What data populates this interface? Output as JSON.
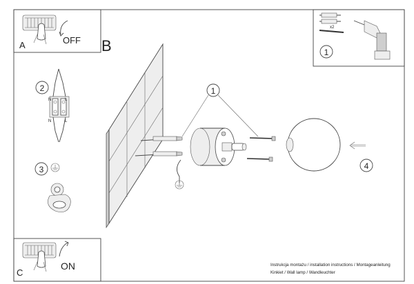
{
  "panels": {
    "a": {
      "letter": "A",
      "action": "OFF"
    },
    "c": {
      "letter": "C",
      "action": "ON"
    },
    "main": {
      "letter": "B"
    }
  },
  "steps": {
    "tools": {
      "number": "1",
      "multiplier": "x2"
    },
    "wiring": {
      "number": "2",
      "terminal_left": "N",
      "terminal_right": "L"
    },
    "ground": {
      "number": "3"
    },
    "mount": {
      "number": "1"
    },
    "shade": {
      "number": "4"
    }
  },
  "footer": {
    "line1": "Instrukcja montażu / installation instructions / Montageanleitung",
    "line2": "Kinkiet / Wall lamp / Wandleuchter"
  },
  "icons": {
    "switch_off": "hand-switch-off-icon",
    "switch_on": "hand-switch-on-icon",
    "drill": "drill-icon",
    "ground": "ground-symbol-icon",
    "arrow": "insert-arrow-icon"
  }
}
